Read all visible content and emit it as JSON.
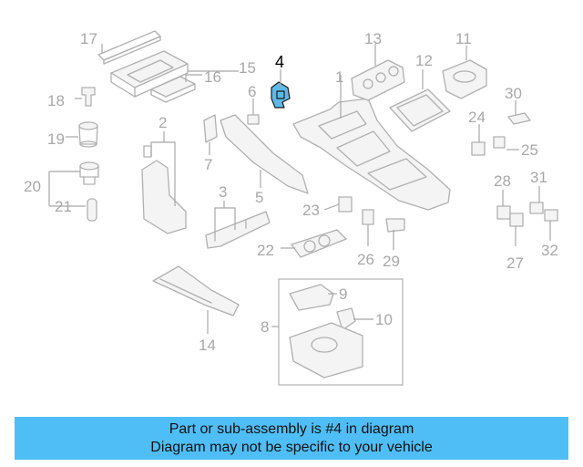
{
  "diagram": {
    "highlight_part": "4",
    "highlight_color": "#5fb8e8",
    "line_color": "#a8a8a8",
    "callouts": [
      "1",
      "2",
      "3",
      "4",
      "5",
      "6",
      "7",
      "8",
      "9",
      "10",
      "11",
      "12",
      "13",
      "14",
      "15",
      "16",
      "17",
      "18",
      "19",
      "20",
      "21",
      "22",
      "23",
      "24",
      "25",
      "26",
      "27",
      "28",
      "29",
      "30",
      "31",
      "32"
    ]
  },
  "banner": {
    "line1": "Part or sub-assembly is #4 in diagram",
    "line2": "Diagram may not be specific to your vehicle",
    "background": "#4fbef7"
  }
}
